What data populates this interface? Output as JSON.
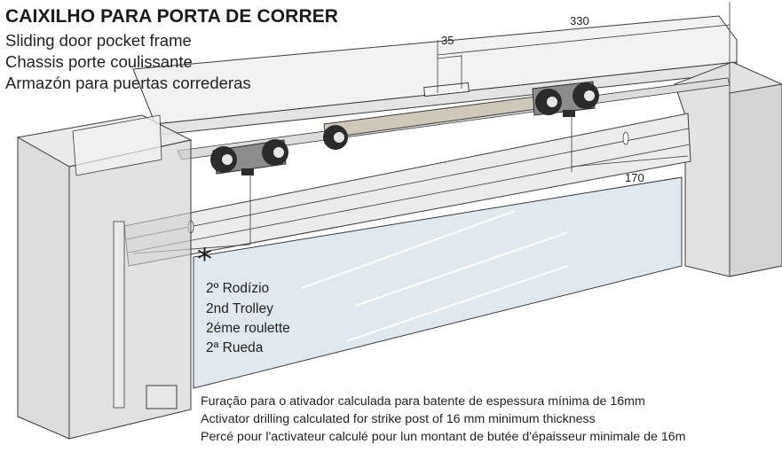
{
  "title": "CAIXILHO PARA PORTA DE CORRER",
  "subtitles": [
    "Sliding door pocket frame",
    "Chassis porte coulissante",
    "Armazón para puertas correderas"
  ],
  "dimensions": {
    "total": "330",
    "offset": "35",
    "lower": "170"
  },
  "marker": "*",
  "trolley": {
    "pt": "2º Rodízio",
    "en": "2nd Trolley",
    "fr": "2éme roulette",
    "es": "2ª Rueda"
  },
  "notes": [
    "Furação para o ativador calculada para batente de espessura mínima de 16mm",
    "Activator drilling calculated for strike post of 16 mm minimum thickness",
    "Percé pour l'activateur calculé pour lun montant de butée d'épaisseur minimale de 16m"
  ],
  "colors": {
    "line": "#3a3a3a",
    "wall": "#d6d6d6",
    "glass": "#dfe9ef",
    "rail": "#e8e8e8",
    "wheel": "#2b2b2b"
  }
}
